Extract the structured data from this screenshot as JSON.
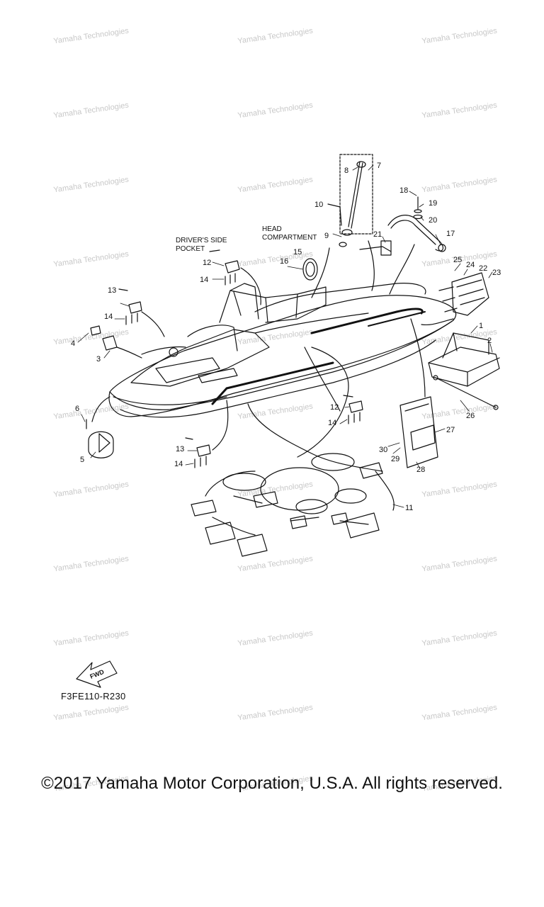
{
  "watermark_text": "Yamaha Technologies",
  "area_labels": {
    "drivers_side_pocket_line1": "DRIVER'S SIDE",
    "drivers_side_pocket_line2": "POCKET",
    "head_compartment_line1": "HEAD",
    "head_compartment_line2": "COMPARTMENT"
  },
  "callouts": {
    "c1": "1",
    "c2": "2",
    "c3": "3",
    "c4": "4",
    "c5": "5",
    "c6": "6",
    "c7": "7",
    "c8": "8",
    "c9": "9",
    "c10": "10",
    "c11": "11",
    "c12a": "12",
    "c12b": "12",
    "c13a": "13",
    "c13b": "13",
    "c14a": "14",
    "c14b": "14",
    "c14c": "14",
    "c14d": "14",
    "c15": "15",
    "c16": "16",
    "c17": "17",
    "c18": "18",
    "c19": "19",
    "c20": "20",
    "c21": "21",
    "c22": "22",
    "c23": "23",
    "c24": "24",
    "c25": "25",
    "c26": "26",
    "c27": "27",
    "c28": "28",
    "c29": "29",
    "c30": "30"
  },
  "fwd_label": "FWD",
  "diagram_code": "F3FE110-R230",
  "copyright": "©2017 Yamaha Motor Corporation, U.S.A. All rights reserved."
}
